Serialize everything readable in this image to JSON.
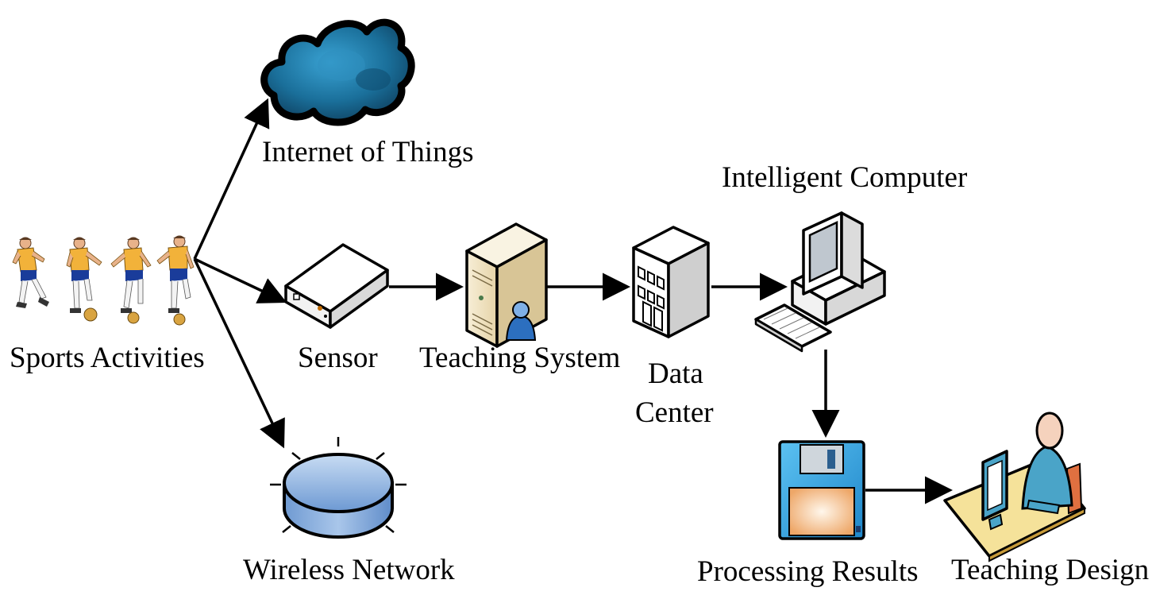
{
  "nodes": {
    "sports": {
      "label": "Sports Activities",
      "icon": "soccer-players-icon"
    },
    "iot": {
      "label": "Internet of Things",
      "icon": "cloud-icon"
    },
    "sensor": {
      "label": "Sensor",
      "icon": "sensor-box-icon"
    },
    "wireless": {
      "label": "Wireless Network",
      "icon": "wireless-hub-icon"
    },
    "teaching_system": {
      "label": "Teaching System",
      "icon": "server-user-icon"
    },
    "data_center": {
      "label_line1": "Data",
      "label_line2": "Center",
      "icon": "building-icon"
    },
    "computer": {
      "label": "Intelligent Computer",
      "icon": "desktop-computer-icon"
    },
    "results": {
      "label": "Processing Results",
      "icon": "floppy-disk-icon"
    },
    "design": {
      "label": "Teaching Design",
      "icon": "user-at-workstation-icon"
    }
  },
  "edges": [
    {
      "from": "Sports Activities",
      "to": "Internet of Things"
    },
    {
      "from": "Sports Activities",
      "to": "Sensor"
    },
    {
      "from": "Sports Activities",
      "to": "Wireless Network"
    },
    {
      "from": "Sensor",
      "to": "Teaching System"
    },
    {
      "from": "Teaching System",
      "to": "Data Center"
    },
    {
      "from": "Data Center",
      "to": "Intelligent Computer"
    },
    {
      "from": "Intelligent Computer",
      "to": "Processing Results"
    },
    {
      "from": "Processing Results",
      "to": "Teaching Design"
    }
  ],
  "colors": {
    "cloud": "#1a6f9a",
    "wireless": "#8fb6e2",
    "server": "#efe3c4",
    "floppy": "#3aa7e3",
    "floppy_label": "#f2b780",
    "person": "#4aa4c8",
    "desk": "#f5e29a",
    "player_shirt": "#f2b23a",
    "player_shorts": "#1a3c9a"
  }
}
